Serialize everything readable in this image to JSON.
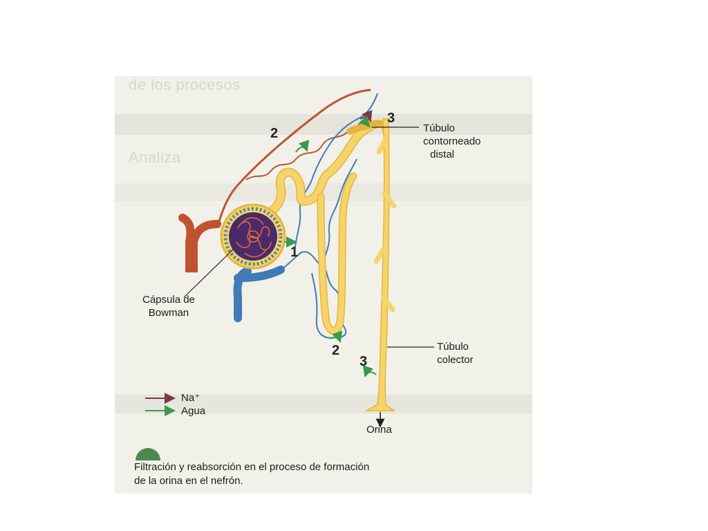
{
  "labels": {
    "distal_line1": "Túbulo",
    "distal_line2": "contorneado",
    "distal_line3": "distal",
    "bowman_line1": "Cápsula de",
    "bowman_line2": "Bowman",
    "collector_line1": "Túbulo",
    "collector_line2": "colector",
    "urine": "Orina"
  },
  "markers": {
    "m2_top": "2",
    "m3_top": "3",
    "m1": "1",
    "m2_bottom": "2",
    "m3_bottom": "3"
  },
  "legend": {
    "sodium": "Na⁺",
    "water": "Agua"
  },
  "caption": {
    "line1": "Filtración y reabsorción en el proceso de formación",
    "line2": "de la orina en el nefrón."
  },
  "colors": {
    "artery": "#c0532f",
    "vein": "#3e7cb8",
    "tubule": "#f7d46a",
    "tubule_edge": "#e6b43c",
    "glomerulus": "#4b2a6a",
    "sodium_arrow": "#7a3a48",
    "water_arrow": "#3a9a4a"
  }
}
